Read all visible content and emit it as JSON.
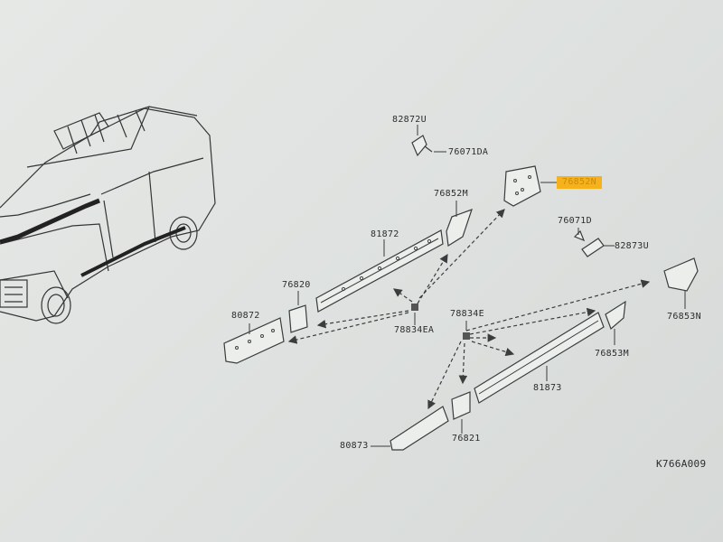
{
  "labels": {
    "p82872U": "82872U",
    "p76071DA": "76071DA",
    "p76852N": "76852N",
    "p76852M": "76852M",
    "p81872": "81872",
    "p76071D": "76071D",
    "p82873U": "82873U",
    "p76820": "76820",
    "p80872": "80872",
    "p78834EA": "78834EA",
    "p78834E": "78834E",
    "p76853N": "76853N",
    "p76853M": "76853M",
    "p81873": "81873",
    "p76821": "76821",
    "p80873": "80873"
  },
  "reference_code": "K766A009",
  "highlight_color": "#f6b21c"
}
